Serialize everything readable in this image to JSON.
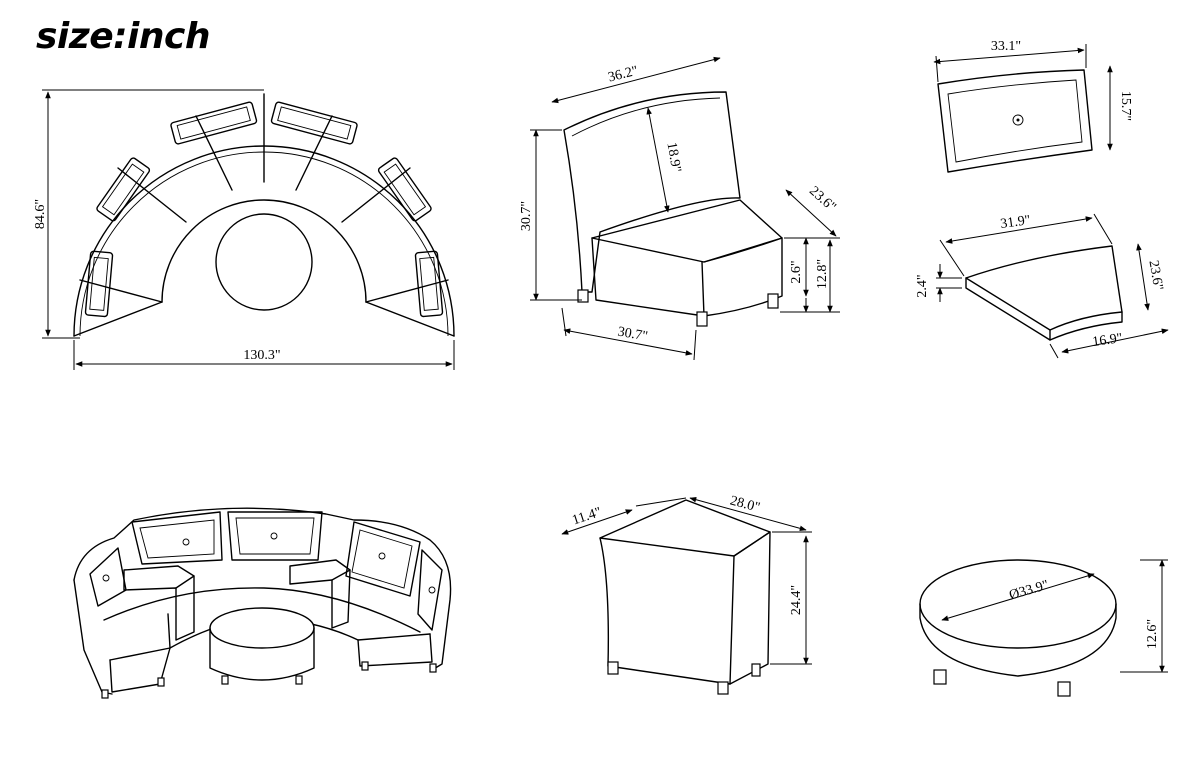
{
  "title": "size:inch",
  "dims": {
    "sofa_height": "84.6\"",
    "sofa_width": "130.3\"",
    "chair_width": "36.2\"",
    "chair_back_height": "18.9\"",
    "chair_height": "30.7\"",
    "chair_seat_depth": "23.6\"",
    "chair_leg_height": "2.6\"",
    "chair_seat_height": "12.8\"",
    "chair_base_width": "30.7\"",
    "back_cushion_width": "33.1\"",
    "back_cushion_height": "15.7\"",
    "seat_cushion_width": "31.9\"",
    "seat_cushion_depth": "23.6\"",
    "seat_cushion_thickness": "2.4\"",
    "seat_cushion_front": "16.9\"",
    "side_table_depth": "11.4\"",
    "side_table_width": "28.0\"",
    "side_table_height": "24.4\"",
    "ottoman_diameter": "Ø33.9\"",
    "ottoman_height": "12.6\""
  }
}
